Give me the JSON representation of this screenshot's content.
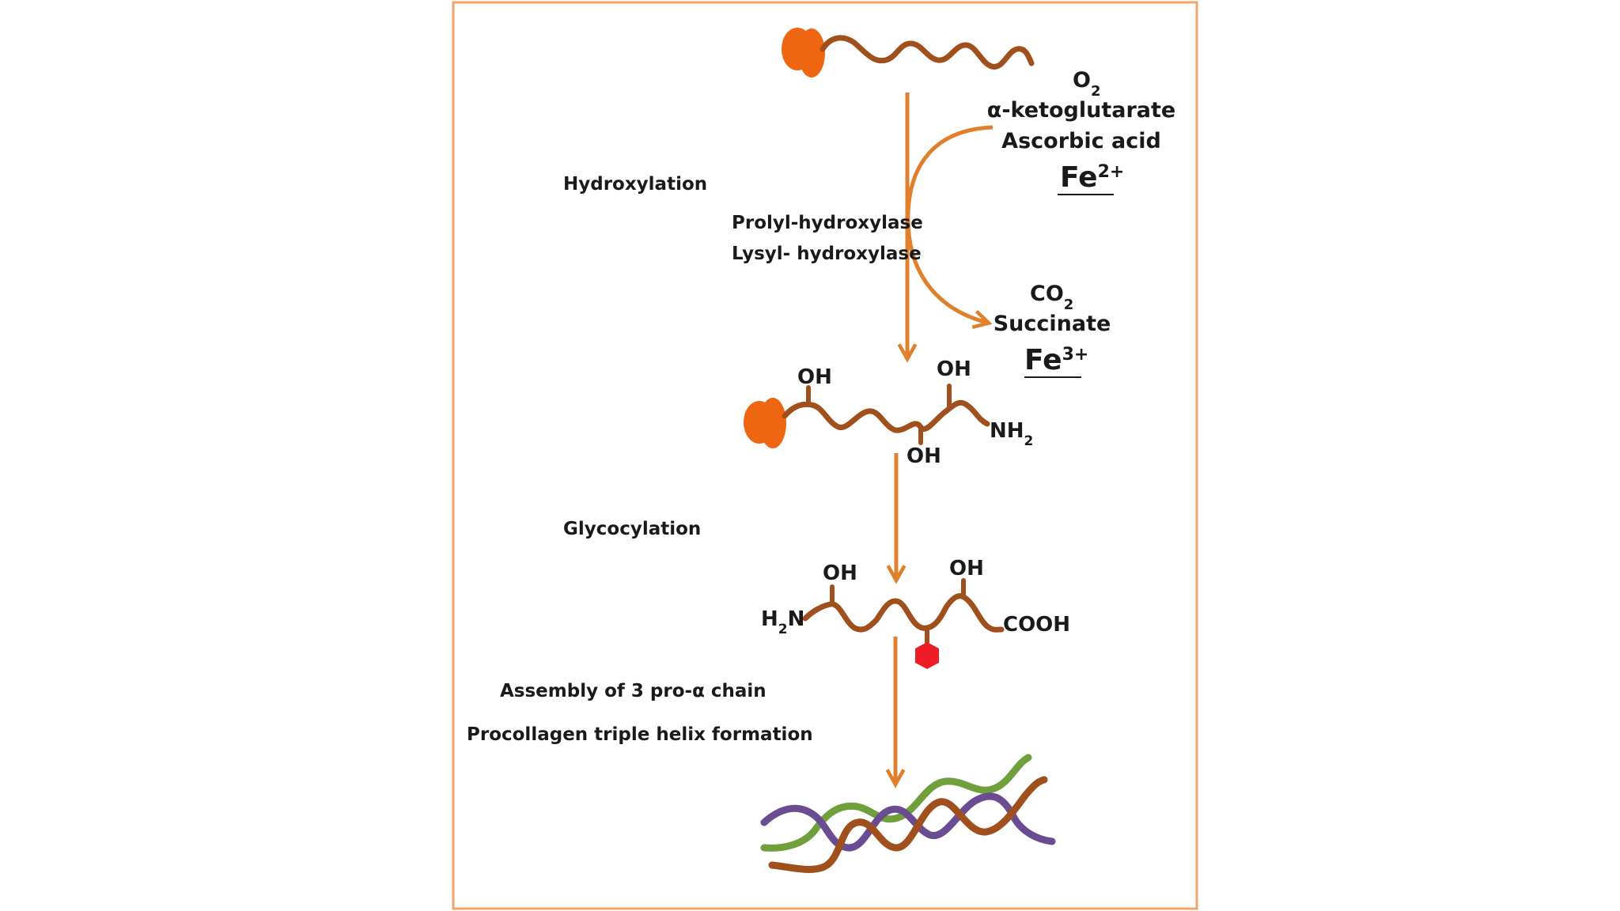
{
  "diagram": {
    "steps": {
      "hydroxylation": "Hydroxylation",
      "glycocylation": "Glycocylation",
      "assembly": "Assembly of 3 pro-α chain",
      "procollagen": "Procollagen triple helix formation"
    },
    "enzymes": {
      "prolyl": "Prolyl-hydroxylase",
      "lysyl": "Lysyl- hydroxylase"
    },
    "inputs": {
      "o2_main": "O",
      "o2_sub": "2",
      "akg": "α-ketoglutarate",
      "ascorbic": "Ascorbic acid",
      "fe2_main": "Fe",
      "fe2_sup": "2+"
    },
    "outputs": {
      "co2_main": "CO",
      "co2_sub": "2",
      "succinate": "Succinate",
      "fe3_main": "Fe",
      "fe3_sup": "3+"
    },
    "hydroxylated_chain": {
      "oh": "OH",
      "nh2_main": "NH",
      "nh2_sub": "2"
    },
    "glycosylated_chain": {
      "oh": "OH",
      "h2n_h": "H",
      "h2n_sub": "2",
      "h2n_n": "N",
      "cooh": "COOH"
    },
    "colors": {
      "frame": "#f0a56a",
      "chain": "#a0501c",
      "arrow": "#e0802c",
      "blob": "#ee6612",
      "sugar": "#ee1c24",
      "helix_green": "#6fa03c",
      "helix_purple": "#6a4c93",
      "helix_brown": "#a0501c"
    }
  }
}
